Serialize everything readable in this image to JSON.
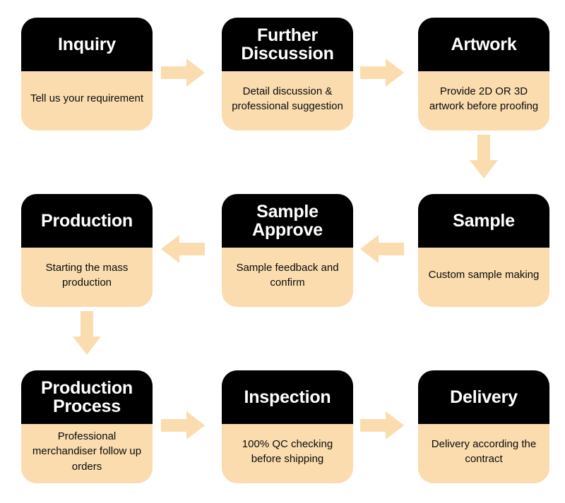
{
  "diagram": {
    "type": "process-flowchart",
    "layout": "serpentine-3x3",
    "colors": {
      "background": "#FFFFFF",
      "card_header": "#000000",
      "card_header_text": "#FFFFFF",
      "card_body": "#FADCAF",
      "card_body_text": "#0A0A0A",
      "arrow": "#FADCAF"
    },
    "steps": [
      {
        "order": 1,
        "title": "Inquiry",
        "description": "Tell us your requirement",
        "row": 1,
        "column": 1
      },
      {
        "order": 2,
        "title": "Further Discussion",
        "description": "Detail discussion & professional suggestion",
        "row": 1,
        "column": 2
      },
      {
        "order": 3,
        "title": "Artwork",
        "description": "Provide 2D OR 3D artwork before proofing",
        "row": 1,
        "column": 3
      },
      {
        "order": 4,
        "title": "Sample",
        "description": "Custom sample making",
        "row": 2,
        "column": 3
      },
      {
        "order": 5,
        "title": "Sample Approve",
        "description": "Sample feedback and confirm",
        "row": 2,
        "column": 2
      },
      {
        "order": 6,
        "title": "Production",
        "description": "Starting the mass production",
        "row": 2,
        "column": 1
      },
      {
        "order": 7,
        "title": "Production Process",
        "description": "Professional merchandiser follow up orders",
        "row": 3,
        "column": 1
      },
      {
        "order": 8,
        "title": "Inspection",
        "description": "100% QC checking before shipping",
        "row": 3,
        "column": 2
      },
      {
        "order": 9,
        "title": "Delivery",
        "description": "Delivery according the contract",
        "row": 3,
        "column": 3
      }
    ],
    "connectors": [
      {
        "from": "Inquiry",
        "to": "Further Discussion",
        "direction": "right"
      },
      {
        "from": "Further Discussion",
        "to": "Artwork",
        "direction": "right"
      },
      {
        "from": "Artwork",
        "to": "Sample",
        "direction": "down"
      },
      {
        "from": "Sample",
        "to": "Sample Approve",
        "direction": "left"
      },
      {
        "from": "Sample Approve",
        "to": "Production",
        "direction": "left"
      },
      {
        "from": "Production",
        "to": "Production Process",
        "direction": "down"
      },
      {
        "from": "Production Process",
        "to": "Inspection",
        "direction": "right"
      },
      {
        "from": "Inspection",
        "to": "Delivery",
        "direction": "right"
      }
    ]
  }
}
